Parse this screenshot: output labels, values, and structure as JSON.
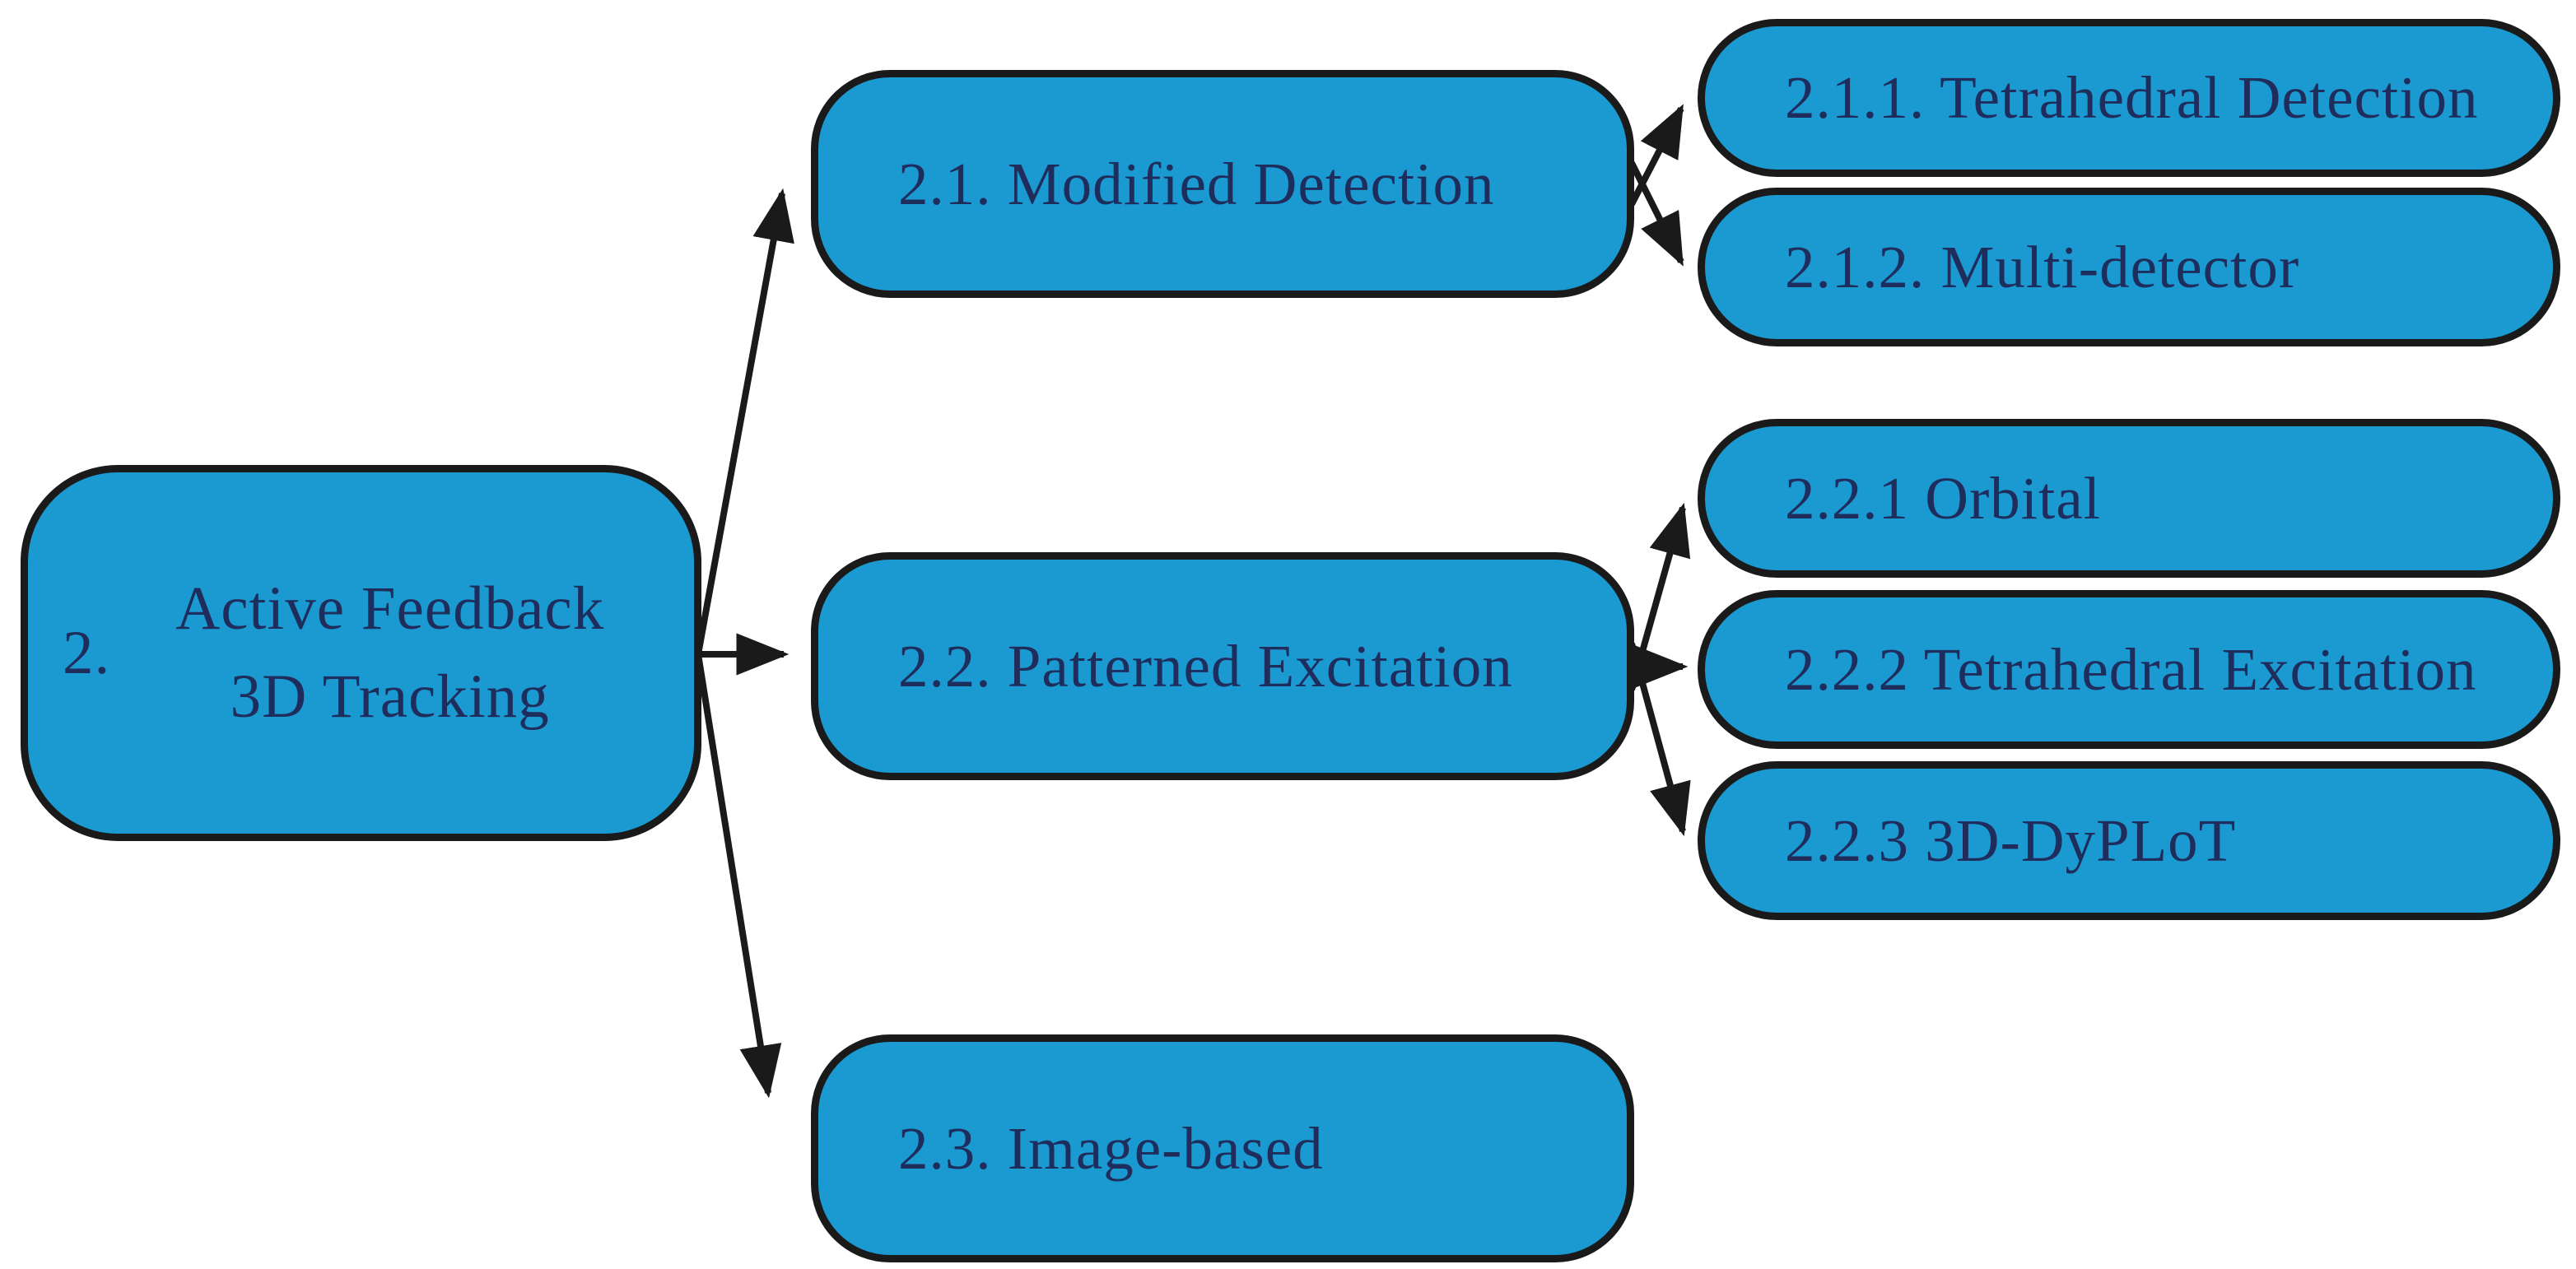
{
  "colors": {
    "node_fill": "#1b9ad2",
    "node_border": "#1a1a1a",
    "node_text": "#1f2d5c",
    "arrow": "#1a1a1a"
  },
  "nodes": {
    "root": {
      "number": "2.",
      "line1": "Active Feedback",
      "line2": "3D Tracking"
    },
    "n21": {
      "label": "2.1. Modified Detection"
    },
    "n211": {
      "label": "2.1.1. Tetrahedral Detection"
    },
    "n212": {
      "label": "2.1.2. Multi-detector"
    },
    "n22": {
      "label": "2.2. Patterned Excitation"
    },
    "n221": {
      "label": "2.2.1 Orbital"
    },
    "n222": {
      "label": "2.2.2 Tetrahedral Excitation"
    },
    "n223": {
      "label": "2.2.3 3D-DyPLoT"
    },
    "n23": {
      "label": "2.3. Image-based"
    }
  }
}
